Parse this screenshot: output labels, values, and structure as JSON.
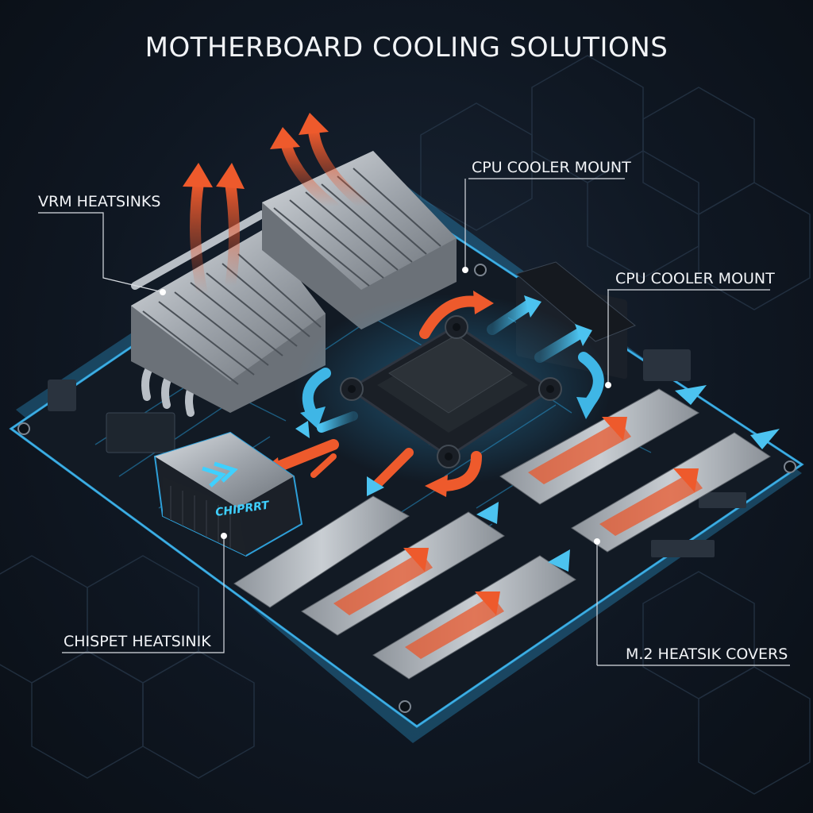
{
  "title": "MOTHERBOARD COOLING SOLUTIONS",
  "callouts": {
    "vrm": "VRM HEATSINKS",
    "cpu_top": "CPU COOLER MOUNT",
    "cpu_right": "CPU COOLER MOUNT",
    "chipset": "CHISPET HEATSINIK",
    "m2": "M.2 HEATSIK COVERS"
  },
  "chipset_logo_text": "CHIPRRT",
  "colors": {
    "background": "#0f1722",
    "board": "#111821",
    "board_edge_glow": "#2e9fd8",
    "hot_airflow": "#e8582e",
    "cool_airflow": "#3fb6e6",
    "metal": "#a8adb3"
  }
}
